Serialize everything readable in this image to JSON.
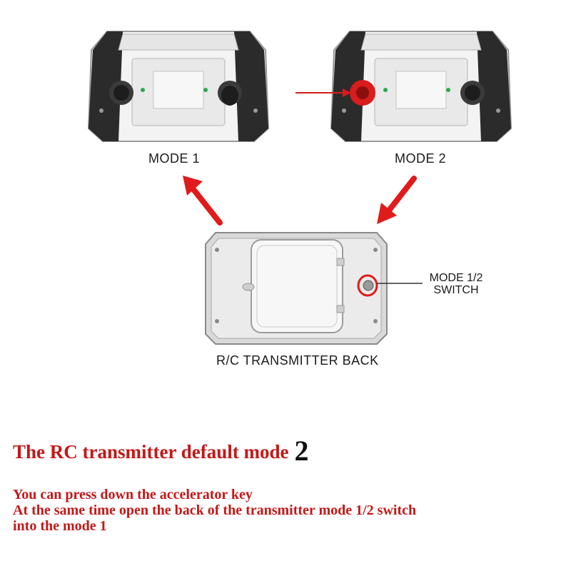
{
  "labels": {
    "mode1": "MODE 1",
    "mode2": "MODE 2",
    "switch_line1": "MODE 1/2",
    "switch_line2": "SWITCH",
    "back": "R/C TRANSMITTER BACK"
  },
  "heading": {
    "text": "The RC transmitter default mode",
    "number": "2"
  },
  "instructions": [
    "You can press down the accelerator key",
    "At the same time open the back of the transmitter mode 1/2 switch",
    "into the mode 1"
  ],
  "colors": {
    "accent_red": "#d91c1c",
    "text_red": "#c41818",
    "transmitter_body": "#f2f2f2",
    "transmitter_grip": "#2a2a2a",
    "back_panel": "#dcdcdc"
  },
  "icons": [
    "transmitter-front-icon",
    "joystick-icon",
    "arrow-icon",
    "switch-highlight-icon"
  ]
}
